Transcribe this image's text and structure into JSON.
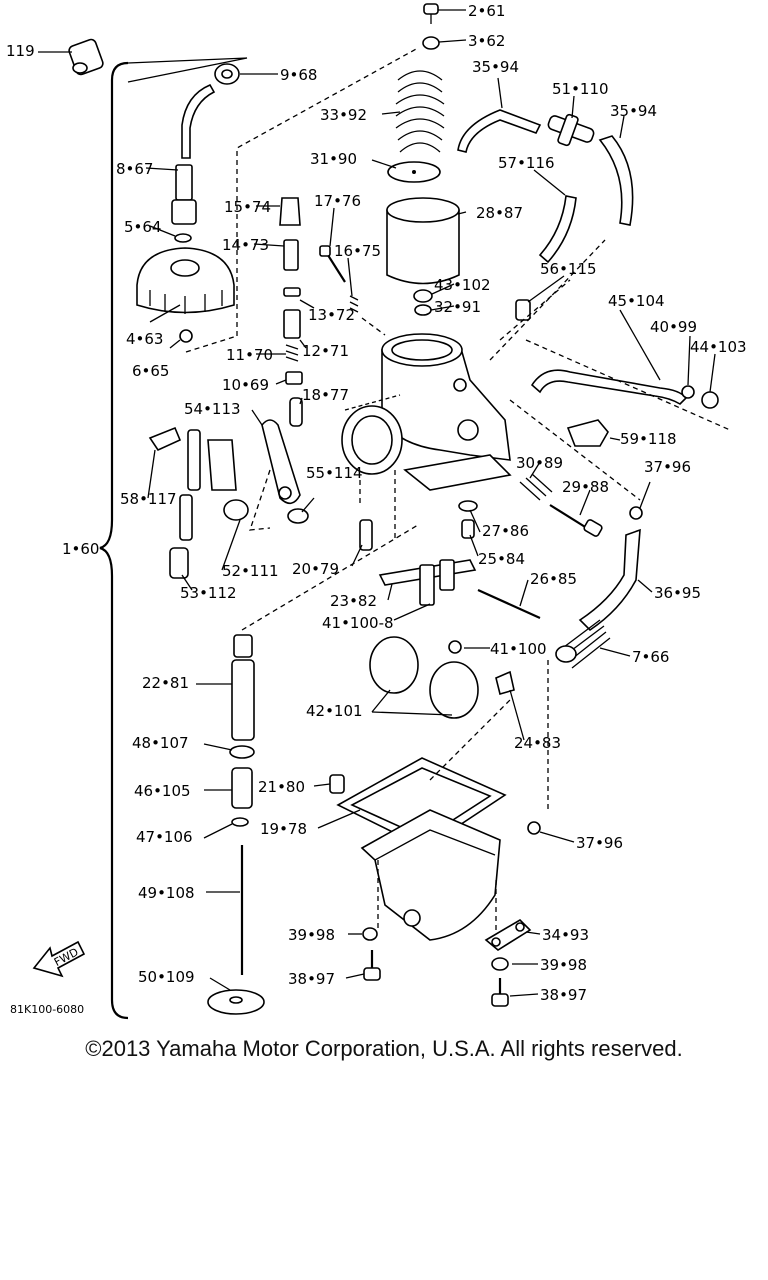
{
  "diagram": {
    "callouts": [
      "2•61",
      "3•62",
      "119",
      "9•68",
      "35•94",
      "51•110",
      "35•94",
      "33•92",
      "8•67",
      "31•90",
      "57•116",
      "15•74",
      "17•76",
      "28•87",
      "5•64",
      "14•73",
      "16•75",
      "56•115",
      "43•102",
      "32•91",
      "45•104",
      "40•99",
      "44•103",
      "4•63",
      "13•72",
      "12•71",
      "6•65",
      "11•70",
      "10•69",
      "18•77",
      "54•113",
      "59•118",
      "37•96",
      "30•89",
      "29•88",
      "58•117",
      "55•114",
      "27•86",
      "1•60",
      "25•84",
      "52•111",
      "20•79",
      "53•112",
      "26•85",
      "23•82",
      "36•95",
      "41•100-8",
      "41•100",
      "7•66",
      "22•81",
      "42•101",
      "24•83",
      "48•107",
      "46•105",
      "21•80",
      "19•78",
      "37•96",
      "47•106",
      "49•108",
      "39•98",
      "34•93",
      "39•98",
      "50•109",
      "38•97",
      "38•97"
    ],
    "fwd_label": "FWD",
    "drawing_code": "81K100-6080"
  },
  "footer": {
    "copyright": "©2013 Yamaha Motor Corporation, U.S.A. All rights reserved."
  }
}
